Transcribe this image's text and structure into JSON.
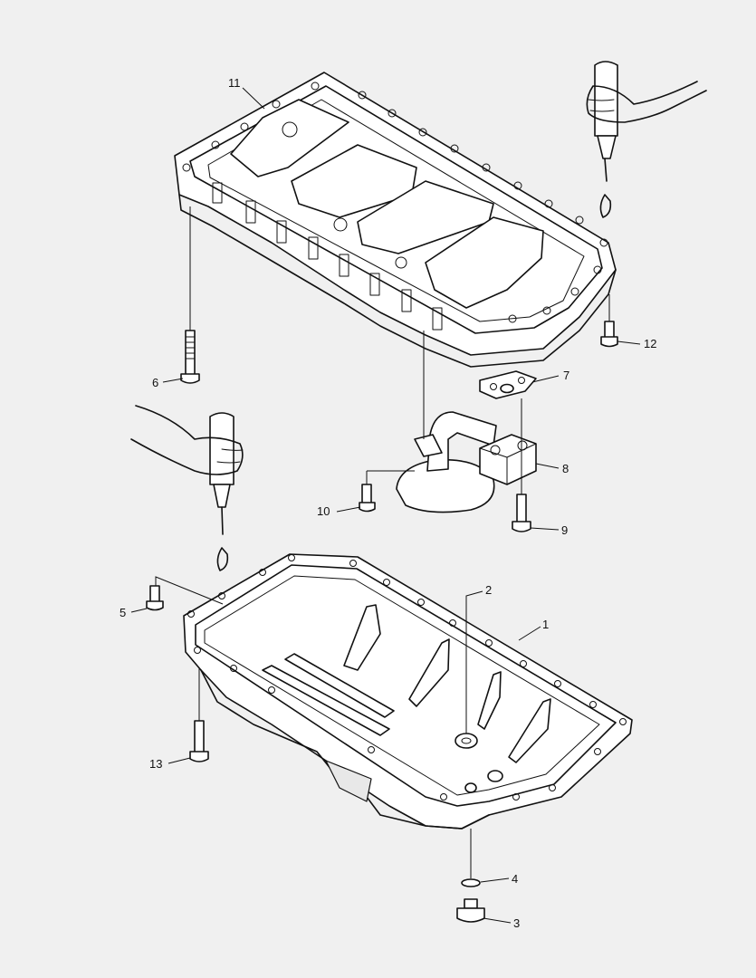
{
  "diagram": {
    "background": "#f0f0f0",
    "line_color": "#111111",
    "callouts": [
      {
        "id": "c1",
        "label": "1"
      },
      {
        "id": "c2",
        "label": "2"
      },
      {
        "id": "c3",
        "label": "3"
      },
      {
        "id": "c4",
        "label": "4"
      },
      {
        "id": "c5",
        "label": "5"
      },
      {
        "id": "c6",
        "label": "6"
      },
      {
        "id": "c7",
        "label": "7"
      },
      {
        "id": "c8",
        "label": "8"
      },
      {
        "id": "c9",
        "label": "9"
      },
      {
        "id": "c10",
        "label": "10"
      },
      {
        "id": "c11",
        "label": "11"
      },
      {
        "id": "c12",
        "label": "12"
      },
      {
        "id": "c13",
        "label": "13"
      }
    ]
  }
}
